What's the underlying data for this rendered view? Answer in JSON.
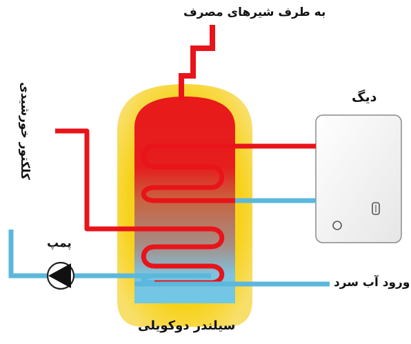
{
  "labels": {
    "to_taps": "به طرف شیرهای مصرف",
    "boiler": "دیگ",
    "solar_collector": "کلکتور خورشیدی",
    "pump": "پمپ",
    "cold_water_inlet": "ورود آب سرد",
    "cylinder": "سیلندر دوکویلی"
  },
  "colors": {
    "hot_water": "#e8141a",
    "cold_water": "#5bb8dc",
    "insulation": "#f7d21c",
    "boiler_body": "#f4f4f4"
  }
}
